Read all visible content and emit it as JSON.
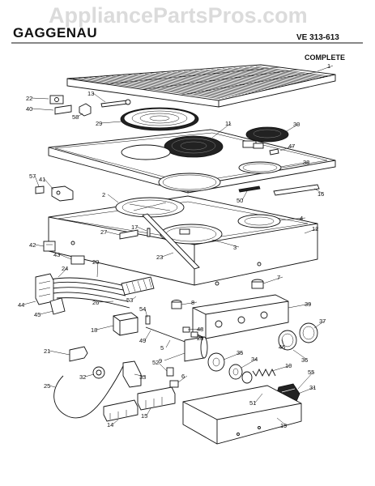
{
  "header": {
    "watermark": "AppliancePartsPros.com",
    "brand": "GAGGENAU",
    "model": "VE 313-613",
    "assembly": "COMPLETE"
  },
  "callouts": [
    {
      "label": "1"
    },
    {
      "label": "22"
    },
    {
      "label": "13"
    },
    {
      "label": "40"
    },
    {
      "label": "58"
    },
    {
      "label": "29"
    },
    {
      "label": "11"
    },
    {
      "label": "30"
    },
    {
      "label": "47"
    },
    {
      "label": "38"
    },
    {
      "label": "16"
    },
    {
      "label": "57"
    },
    {
      "label": "41"
    },
    {
      "label": "2"
    },
    {
      "label": "50"
    },
    {
      "label": "4"
    },
    {
      "label": "12"
    },
    {
      "label": "27"
    },
    {
      "label": "17"
    },
    {
      "label": "42"
    },
    {
      "label": "43"
    },
    {
      "label": "23"
    },
    {
      "label": "3"
    },
    {
      "label": "20"
    },
    {
      "label": "24"
    },
    {
      "label": "7"
    },
    {
      "label": "44"
    },
    {
      "label": "45"
    },
    {
      "label": "26"
    },
    {
      "label": "53"
    },
    {
      "label": "8"
    },
    {
      "label": "39"
    },
    {
      "label": "54"
    },
    {
      "label": "37"
    },
    {
      "label": "18"
    },
    {
      "label": "48"
    },
    {
      "label": "28"
    },
    {
      "label": "49"
    },
    {
      "label": "5"
    },
    {
      "label": "9"
    },
    {
      "label": "35"
    },
    {
      "label": "34"
    },
    {
      "label": "46"
    },
    {
      "label": "36"
    },
    {
      "label": "21"
    },
    {
      "label": "52"
    },
    {
      "label": "32"
    },
    {
      "label": "33"
    },
    {
      "label": "6"
    },
    {
      "label": "10"
    },
    {
      "label": "55"
    },
    {
      "label": "25"
    },
    {
      "label": "31"
    },
    {
      "label": "51"
    },
    {
      "label": "14"
    },
    {
      "label": "15"
    },
    {
      "label": "19"
    }
  ]
}
